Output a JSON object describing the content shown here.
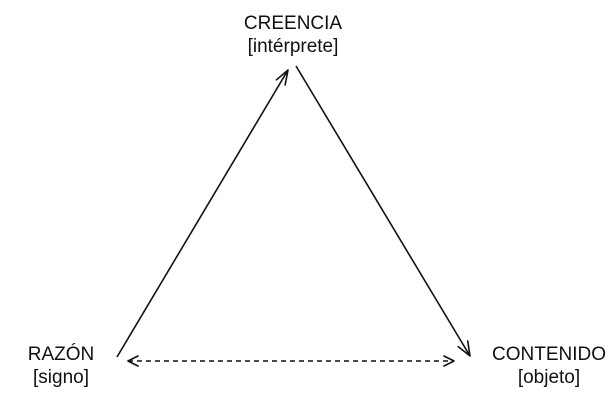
{
  "nodes": {
    "top": {
      "label": "CREENCIA",
      "sublabel": "[intérprete]"
    },
    "left": {
      "label": "RAZÓN",
      "sublabel": "[signo]"
    },
    "right": {
      "label": "CONTENIDO",
      "sublabel": "[objeto]"
    }
  },
  "colors": {
    "stroke": "#111111",
    "text": "#111111",
    "background": "#ffffff"
  }
}
